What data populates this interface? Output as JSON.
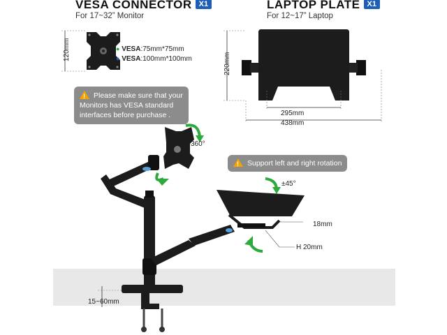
{
  "vesa_section": {
    "title": "VESA CONNECTOR",
    "badge": "X1",
    "subtitle": "For 17~32” Monitor",
    "height_dim": "120mm",
    "spec1_label": "VESA",
    "spec1_value": ":75mm*75mm",
    "spec2_label": "VESA",
    "spec2_value": ":100mm*100mm",
    "notice": "Please make sure that your Monitors has VESA standard interfaces before purchase ."
  },
  "laptop_section": {
    "title": "LAPTOP PLATE",
    "badge": "X1",
    "subtitle": "For 12~17” Laptop",
    "height_dim": "220mm",
    "inner_width": "295mm",
    "outer_width": "438mm"
  },
  "arm_diagram": {
    "rotation": "360°",
    "rotation_note": "Support left and right rotation",
    "tilt": "±45°",
    "lip_dim": "18mm",
    "lip_height": "H 20mm",
    "clamp_range": "15~60mm"
  },
  "colors": {
    "badge": "#1d5fb8",
    "bubble": "#8c8c8c",
    "warning": "#f4a300",
    "arrow": "#2eaa3c",
    "metal": "#1c1c1c"
  }
}
